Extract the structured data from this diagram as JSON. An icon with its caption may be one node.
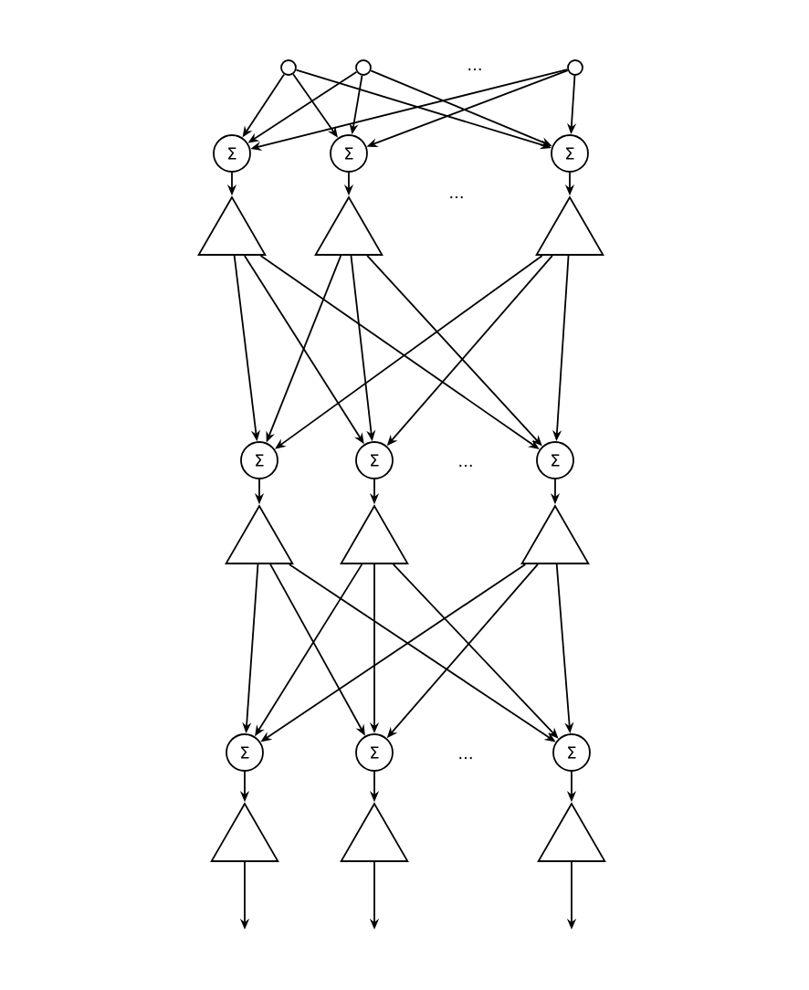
{
  "diagram": {
    "nodes": [
      {
        "text": [],
        "shape": "circle"
      },
      {
        "text": [],
        "shape": "circle"
      },
      {
        "text": [],
        "shape": "circle"
      },
      {
        "text": [
          "Σ"
        ]
      },
      {
        "text": [
          "Σ"
        ]
      },
      {
        "text": [
          "Σ"
        ]
      },
      {
        "text": [],
        "shape": "triangle"
      },
      {
        "text": [],
        "shape": "triangle"
      },
      {
        "text": [],
        "shape": "triangle"
      },
      {
        "text": [
          "Σ"
        ]
      },
      {
        "text": [
          "Σ"
        ]
      },
      {
        "text": [
          "Σ"
        ]
      },
      {
        "text": [],
        "shape": "triangle"
      },
      {
        "text": [],
        "shape": "triangle"
      },
      {
        "text": [],
        "shape": "triangle"
      },
      {
        "text": [
          "Σ"
        ]
      },
      {
        "text": [
          "Σ"
        ]
      },
      {
        "text": [
          "Σ"
        ]
      },
      {
        "text": [],
        "shape": "triangle"
      },
      {
        "text": [],
        "shape": "triangle"
      },
      {
        "text": [],
        "shape": "triangle"
      }
    ],
    "edges": [
      {
        "from": 0,
        "to": 3,
        "arrow": "to"
      },
      {
        "from": 0,
        "to": 4,
        "arrow": "to"
      },
      {
        "from": 0,
        "to": 5,
        "arrow": "to"
      },
      {
        "from": 1,
        "to": 3,
        "arrow": "to"
      },
      {
        "from": 1,
        "to": 4,
        "arrow": "to"
      },
      {
        "from": 1,
        "to": 5,
        "arrow": "to"
      },
      {
        "from": 2,
        "to": 3,
        "arrow": "to"
      },
      {
        "from": 2,
        "to": 4,
        "arrow": "to"
      },
      {
        "from": 2,
        "to": 5,
        "arrow": "to"
      },
      {
        "from": 3,
        "to": 6,
        "arrow": "to"
      },
      {
        "from": 4,
        "to": 7,
        "arrow": "to"
      },
      {
        "from": 5,
        "to": 8,
        "arrow": "to"
      },
      {
        "from": 6,
        "to": 9,
        "arrow": "to"
      },
      {
        "from": 6,
        "to": 10,
        "arrow": "to"
      },
      {
        "from": 6,
        "to": 11,
        "arrow": "to"
      },
      {
        "from": 7,
        "to": 9,
        "arrow": "to"
      },
      {
        "from": 7,
        "to": 10,
        "arrow": "to"
      },
      {
        "from": 7,
        "to": 11,
        "arrow": "to"
      },
      {
        "from": 8,
        "to": 9,
        "arrow": "to"
      },
      {
        "from": 8,
        "to": 10,
        "arrow": "to"
      },
      {
        "from": 8,
        "to": 11,
        "arrow": "to"
      },
      {
        "from": 9,
        "to": 12,
        "arrow": "to"
      },
      {
        "from": 10,
        "to": 13,
        "arrow": "to"
      },
      {
        "from": 11,
        "to": 14,
        "arrow": "to"
      },
      {
        "from": 12,
        "to": 15,
        "arrow": "to"
      },
      {
        "from": 12,
        "to": 16,
        "arrow": "to"
      },
      {
        "from": 12,
        "to": 17,
        "arrow": "to"
      },
      {
        "from": 13,
        "to": 15,
        "arrow": "to"
      },
      {
        "from": 13,
        "to": 16,
        "arrow": "to"
      },
      {
        "from": 13,
        "to": 17,
        "arrow": "to"
      },
      {
        "from": 14,
        "to": 15,
        "arrow": "to"
      },
      {
        "from": 14,
        "to": 16,
        "arrow": "to"
      },
      {
        "from": 14,
        "to": 17,
        "arrow": "to"
      },
      {
        "from": 15,
        "to": 18,
        "arrow": "to"
      },
      {
        "from": 16,
        "to": 19,
        "arrow": "to"
      },
      {
        "from": 17,
        "to": 20,
        "arrow": "to"
      },
      {
        "from": 18,
        "to": null,
        "arrow": "to"
      },
      {
        "from": 19,
        "to": null,
        "arrow": "to"
      },
      {
        "from": 20,
        "to": null,
        "arrow": "to"
      }
    ],
    "labels": [
      "...",
      "...",
      "...",
      "..."
    ]
  }
}
